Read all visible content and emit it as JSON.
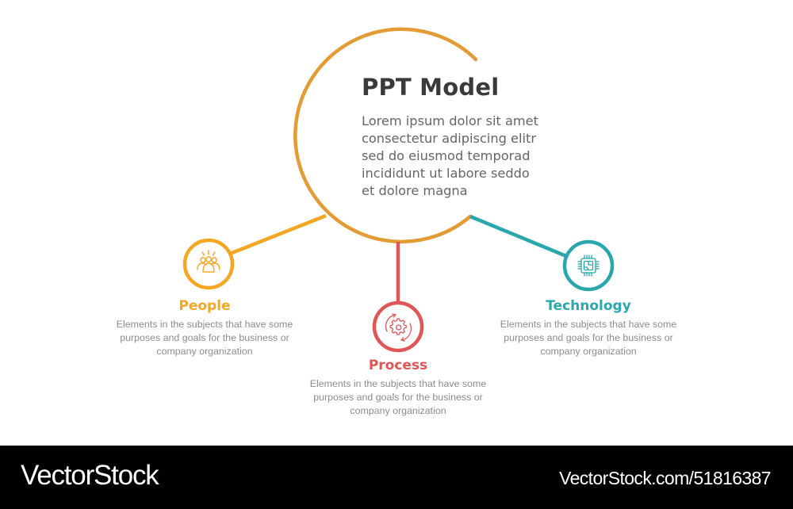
{
  "diagram": {
    "title": "PPT Model",
    "body": "Lorem ipsum dolor sit amet\nconsectetur adipiscing elitr\nsed do eiusmod temporad\nincididunt ut labore  seddo\net dolore magna",
    "main_color": "#E39B33",
    "nodes": [
      {
        "label": "People",
        "description": "Elements in the subjects that have some\npurposes and goals for the business or\ncompany organization",
        "icon": "people-group-icon",
        "color": "#F5A623"
      },
      {
        "label": "Process",
        "description": "Elements in the subjects that have some\npurposes and goals for the business or\ncompany organization",
        "icon": "gear-cycle-icon",
        "color": "#E05656"
      },
      {
        "label": "Technology",
        "description": "Elements in the subjects that have some\npurposes and goals for the business or\ncompany organization",
        "icon": "microchip-icon",
        "color": "#2AA7AC"
      }
    ]
  },
  "footer": {
    "logo": "VectorStock",
    "url": "VectorStock.com/51816387"
  }
}
